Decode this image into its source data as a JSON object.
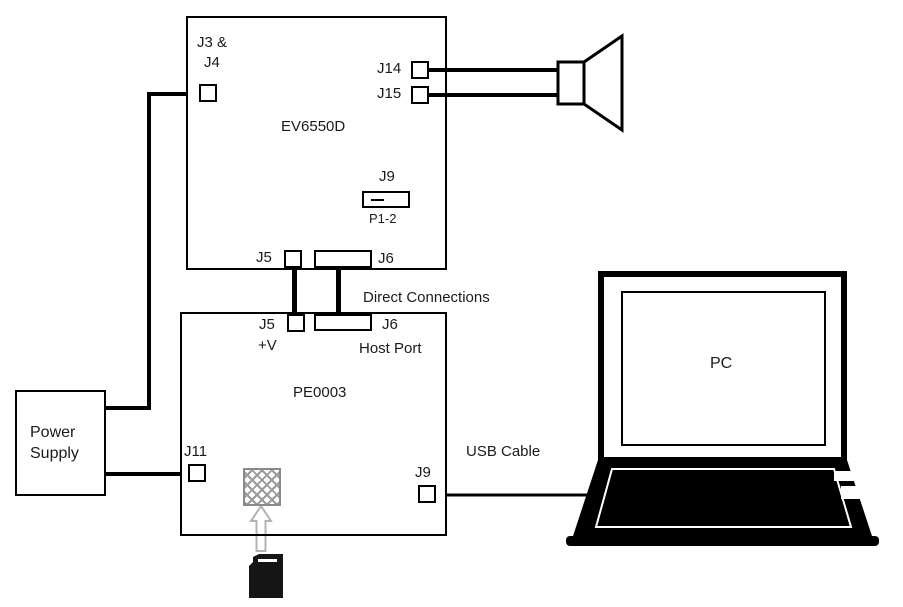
{
  "colors": {
    "ink": "#000000",
    "hatch": "#9a9a9a",
    "arrow_outline": "#b3b3b3"
  },
  "ev6550d": {
    "name": "EV6550D",
    "j3_line1": "J3 &",
    "j3_line2": "J4",
    "j14": "J14",
    "j15": "J15",
    "j9": "J9",
    "p1_2": "P1-2",
    "j5": "J5",
    "j6": "J6"
  },
  "pe0003": {
    "name": "PE0003",
    "j5": "J5",
    "v_plus": "+V",
    "j6": "J6",
    "host_port": "Host Port",
    "j11": "J11",
    "j9": "J9"
  },
  "power_supply": {
    "line1": "Power",
    "line2": "Supply"
  },
  "pc": {
    "label": "PC"
  },
  "annotations": {
    "direct_connections": "Direct Connections",
    "usb_cable": "USB Cable"
  }
}
